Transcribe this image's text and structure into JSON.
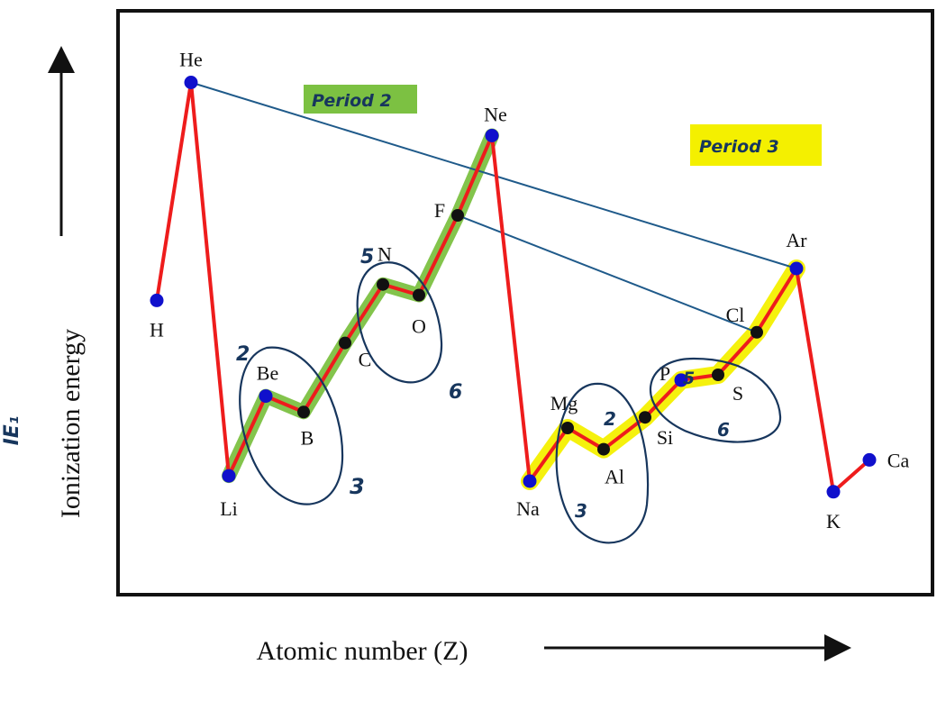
{
  "chart_data": {
    "type": "line",
    "xlabel": "Atomic number (Z)",
    "ylabel": "Ionization energy",
    "side_annotation": "IE₁",
    "ylim": [
      0,
      1
    ],
    "series": [
      {
        "points": [
          {
            "x": 1,
            "symbol": "H",
            "y": 0.54
          },
          {
            "x": 2,
            "symbol": "He",
            "y": 0.95
          },
          {
            "x": 3,
            "symbol": "Li",
            "y": 0.21
          },
          {
            "x": 4,
            "symbol": "Be",
            "y": 0.36
          },
          {
            "x": 5,
            "symbol": "B",
            "y": 0.33
          },
          {
            "x": 6,
            "symbol": "C",
            "y": 0.46
          },
          {
            "x": 7,
            "symbol": "N",
            "y": 0.57
          },
          {
            "x": 8,
            "symbol": "O",
            "y": 0.55
          },
          {
            "x": 9,
            "symbol": "F",
            "y": 0.7
          },
          {
            "x": 10,
            "symbol": "Ne",
            "y": 0.85
          },
          {
            "x": 11,
            "symbol": "Na",
            "y": 0.2
          },
          {
            "x": 12,
            "symbol": "Mg",
            "y": 0.3
          },
          {
            "x": 13,
            "symbol": "Al",
            "y": 0.26
          },
          {
            "x": 14,
            "symbol": "Si",
            "y": 0.32
          },
          {
            "x": 15,
            "symbol": "P",
            "y": 0.39
          },
          {
            "x": 16,
            "symbol": "S",
            "y": 0.4
          },
          {
            "x": 17,
            "symbol": "Cl",
            "y": 0.48
          },
          {
            "x": 18,
            "symbol": "Ar",
            "y": 0.6
          },
          {
            "x": 19,
            "symbol": "K",
            "y": 0.18
          },
          {
            "x": 20,
            "symbol": "Ca",
            "y": 0.24
          }
        ]
      }
    ],
    "highlights": [
      {
        "label": "Period 2",
        "from": 3,
        "to": 10,
        "color": "#7cc142"
      },
      {
        "label": "Period 3",
        "from": 11,
        "to": 18,
        "color": "#f4f000"
      }
    ],
    "annotations": {
      "circle_marks": [
        "2",
        "3",
        "5",
        "6",
        "2",
        "3",
        "5",
        "6"
      ]
    },
    "colors": {
      "line": "#ee1c1c",
      "point": "#1010cc",
      "point_dark": "#111111",
      "trend_line": "#1f5a8a",
      "ink": "#17365d"
    }
  }
}
